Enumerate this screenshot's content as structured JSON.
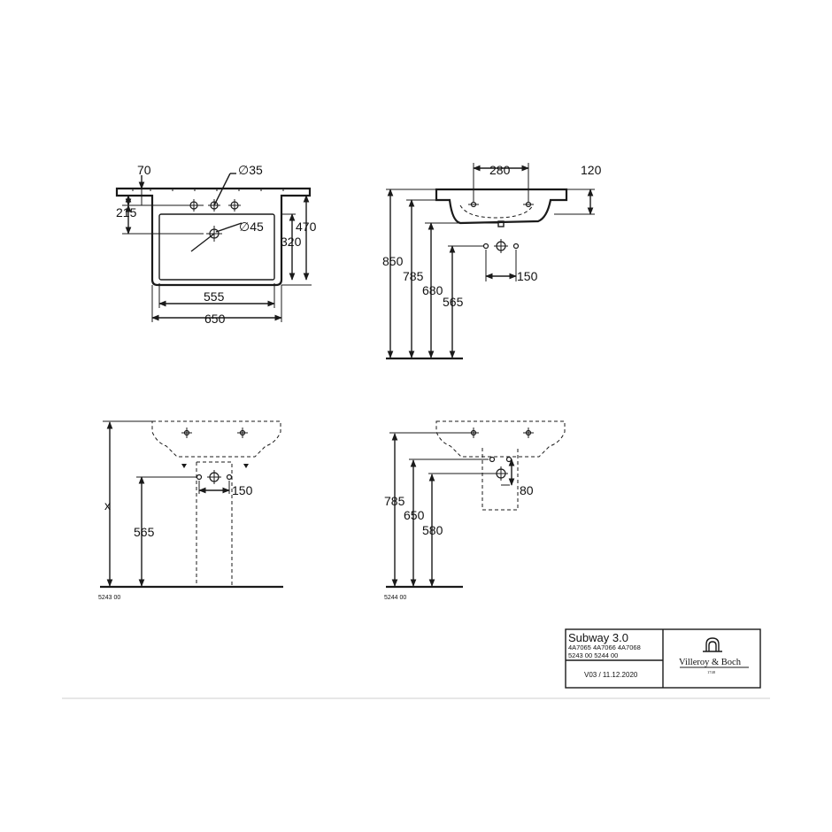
{
  "top_view": {
    "dims": {
      "tap_hole_offset": "70",
      "tap_hole_diameter": "∅35",
      "overflow_offset": "215",
      "waste_diameter": "∅45",
      "depth_total": "470",
      "bowl_depth": "320",
      "bowl_width": "555",
      "total_width": "650"
    }
  },
  "side_view": {
    "dims": {
      "tap_spacing": "280",
      "rim_depth": "120",
      "height_total": "850",
      "height_rim": "785",
      "height_waste": "680",
      "height_supply": "565",
      "supply_spacing": "150"
    }
  },
  "pedestal_view": {
    "dims": {
      "height_variable": "x",
      "height_supply": "565",
      "supply_spacing": "150"
    },
    "code": "5243 00"
  },
  "semi_pedestal_view": {
    "dims": {
      "height_rim": "785",
      "height_upper": "650",
      "height_lower": "580",
      "spacing": "80"
    },
    "code": "5244 00"
  },
  "title_block": {
    "product": "Subway 3.0",
    "articles": "4A7065 4A7066 4A7068",
    "codes": "5243 00 5244 00",
    "version": "V03 / 11.12.2020",
    "brand": "Villeroy & Boch",
    "brand_year": "1748"
  }
}
